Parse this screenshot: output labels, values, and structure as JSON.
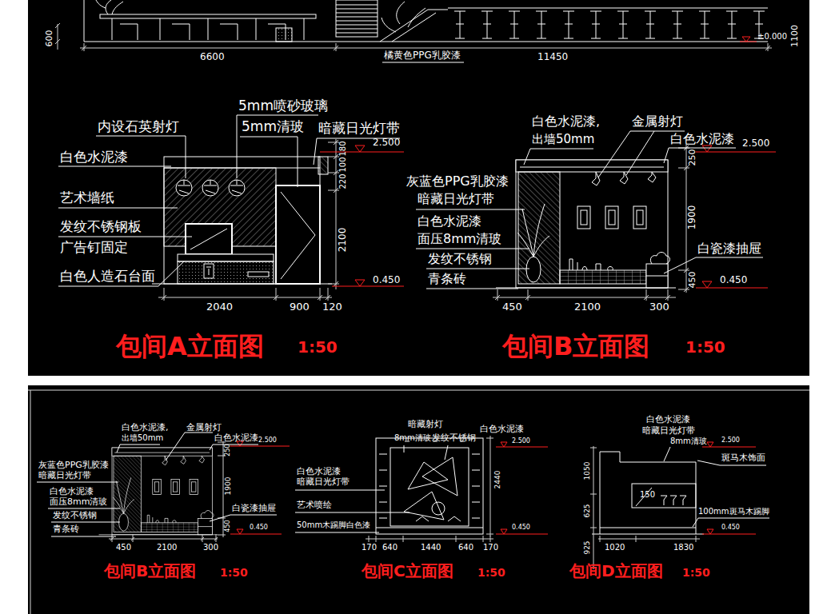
{
  "diagram": {
    "labels": [
      "600",
      "1100",
      "±0.000",
      "6600",
      "橘黄色PPG乳胶漆",
      "11450",
      "5mm喷砂玻璃",
      "内设石英射灯",
      "5mm清玻",
      "暗藏日光灯带",
      "白色水泥漆",
      "2.500",
      "180",
      "100",
      "220",
      "2100",
      "艺术墙纸",
      "发纹不锈钢板",
      "广告钉固定",
      "白色人造石台面",
      "0.450",
      "2040",
      "900",
      "120",
      "包间A立面图",
      "1:50",
      "白色水泥漆,",
      "出墙50mm",
      "金属射灯",
      "白色水泥漆",
      "2.500",
      "250",
      "灰蓝色PPG乳胶漆",
      "暗藏日光灯带",
      "白色水泥漆",
      "面压8mm清玻",
      "发纹不锈钢",
      "青条砖",
      "1900",
      "白瓷漆抽屉",
      "450",
      "0.450",
      "450",
      "2100",
      "300",
      "包间B立面图",
      "1:50",
      "白色水泥漆,",
      "出墙50mm",
      "金属射灯",
      "白色水泥漆",
      "2.500",
      "250",
      "灰蓝色PPG乳胶漆",
      "暗藏日光灯带",
      "白色水泥漆",
      "面压8mm清玻",
      "发纹不锈钢",
      "青条砖",
      "1900",
      "白瓷漆抽屉",
      "450",
      "0.450",
      "450",
      "2100",
      "300",
      "包间B立面图",
      "1:50",
      "暗藏射灯",
      "8mm清玻",
      "发纹不锈钢",
      "白色水泥漆",
      "2.500",
      "白色水泥漆",
      "暗藏日光灯带",
      "艺术喷绘",
      "2440",
      "50mm木踢脚白色漆",
      "0.450",
      "170",
      "640",
      "1440",
      "640",
      "170",
      "包间C立面图",
      "1:50",
      "白色水泥漆",
      "暗藏日光灯带",
      "8mm清玻",
      "2.500",
      "斑马木饰面",
      "1050",
      "150",
      "625",
      "100mm斑马木踢脚",
      "925",
      "0.450",
      "1020",
      "1830",
      "包间D立面图",
      "1:50"
    ]
  }
}
